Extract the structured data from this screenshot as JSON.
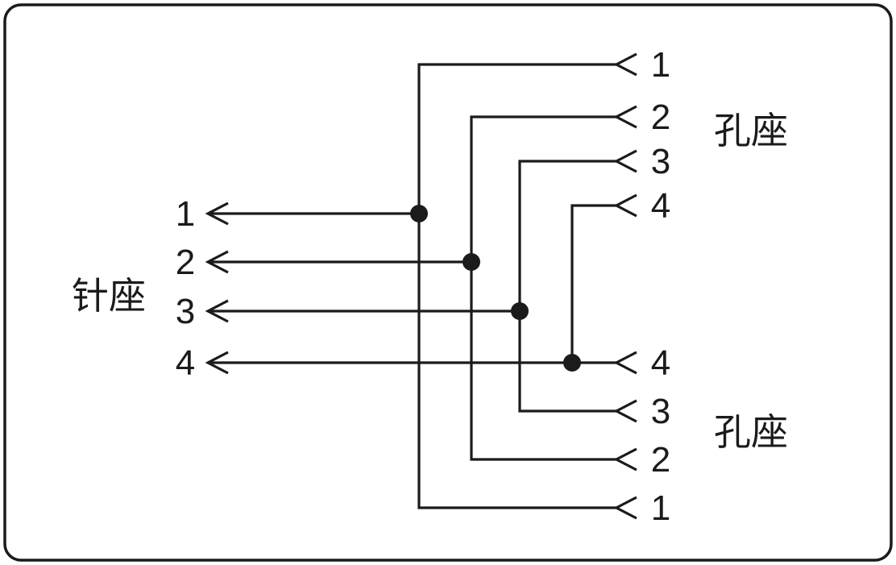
{
  "diagram": {
    "type": "connector-wiring-diagram",
    "description": "One pin header (针座) split to two female sockets (孔座), pins 1-4 wired in parallel",
    "left_connector": {
      "label": "针座",
      "pins": [
        "1",
        "2",
        "3",
        "4"
      ]
    },
    "top_right_connector": {
      "label": "孔座",
      "pins": [
        "1",
        "2",
        "3",
        "4"
      ]
    },
    "bottom_right_connector": {
      "label": "孔座",
      "pins": [
        "4",
        "3",
        "2",
        "1"
      ]
    },
    "connections": [
      {
        "from": "针座-1",
        "to": [
          "孔座(上)-1",
          "孔座(下)-1"
        ]
      },
      {
        "from": "针座-2",
        "to": [
          "孔座(上)-2",
          "孔座(下)-2"
        ]
      },
      {
        "from": "针座-3",
        "to": [
          "孔座(上)-3",
          "孔座(下)-3"
        ]
      },
      {
        "from": "针座-4",
        "to": [
          "孔座(上)-4",
          "孔座(下)-4"
        ]
      }
    ],
    "colors": {
      "line": "#1b1b1b",
      "background": "#ffffff"
    }
  }
}
